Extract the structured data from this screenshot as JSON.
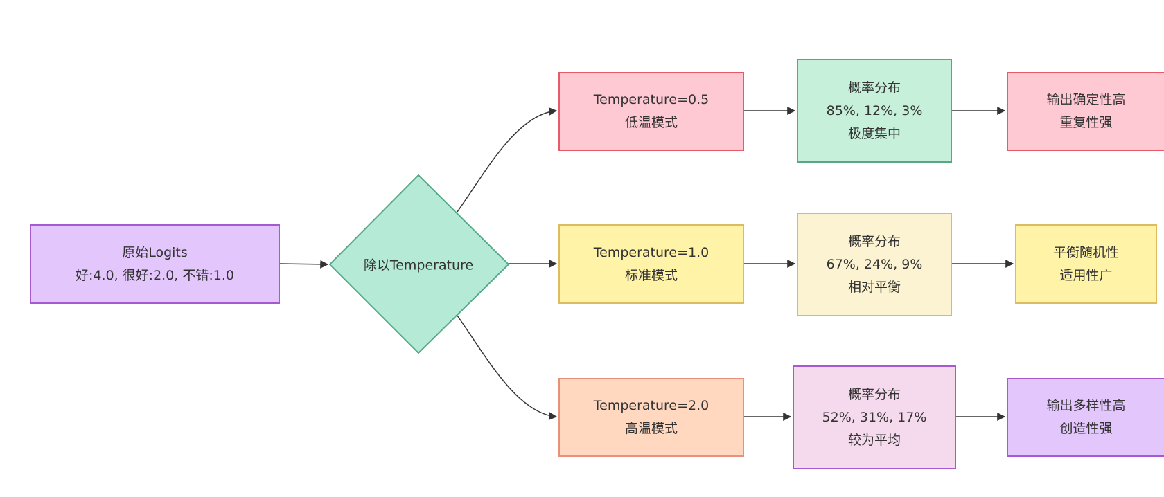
{
  "colors": {
    "edge": "#333333",
    "purple_fill": "#e2c6fc",
    "purple_stroke": "#a65ad2",
    "green_fill": "#b5ead7",
    "green_stroke": "#56a889",
    "pink_fill": "#ffc9d4",
    "pink_stroke": "#e65b6a",
    "light_green_fill": "#c6f0da",
    "light_green_stroke": "#56a889",
    "yellow_fill": "#fff3a8",
    "yellow_stroke": "#dcbc5e",
    "cream_fill": "#fbf3d2",
    "cream_stroke": "#dcbc5e",
    "peach_fill": "#ffd8bf",
    "peach_stroke": "#e8917a",
    "lilac_fill": "#f5d9ed",
    "lilac_stroke": "#a65ad2"
  },
  "nodes": {
    "logits": {
      "line1": "原始Logits",
      "line2": "好:4.0, 很好:2.0, 不错:1.0"
    },
    "divide": {
      "label": "除以Temperature"
    },
    "temp_low": {
      "line1": "Temperature=0.5",
      "line2": "低温模式"
    },
    "temp_mid": {
      "line1": "Temperature=1.0",
      "line2": "标准模式"
    },
    "temp_high": {
      "line1": "Temperature=2.0",
      "line2": "高温模式"
    },
    "prob_low": {
      "line1": "概率分布",
      "line2": "85%, 12%, 3%",
      "line3": "极度集中"
    },
    "prob_mid": {
      "line1": "概率分布",
      "line2": "67%, 24%, 9%",
      "line3": "相对平衡"
    },
    "prob_high": {
      "line1": "概率分布",
      "line2": "52%, 31%, 17%",
      "line3": "较为平均"
    },
    "out_low": {
      "line1": "输出确定性高",
      "line2": "重复性强"
    },
    "out_mid": {
      "line1": "平衡随机性",
      "line2": "适用性广"
    },
    "out_high": {
      "line1": "输出多样性高",
      "line2": "创造性强"
    }
  }
}
